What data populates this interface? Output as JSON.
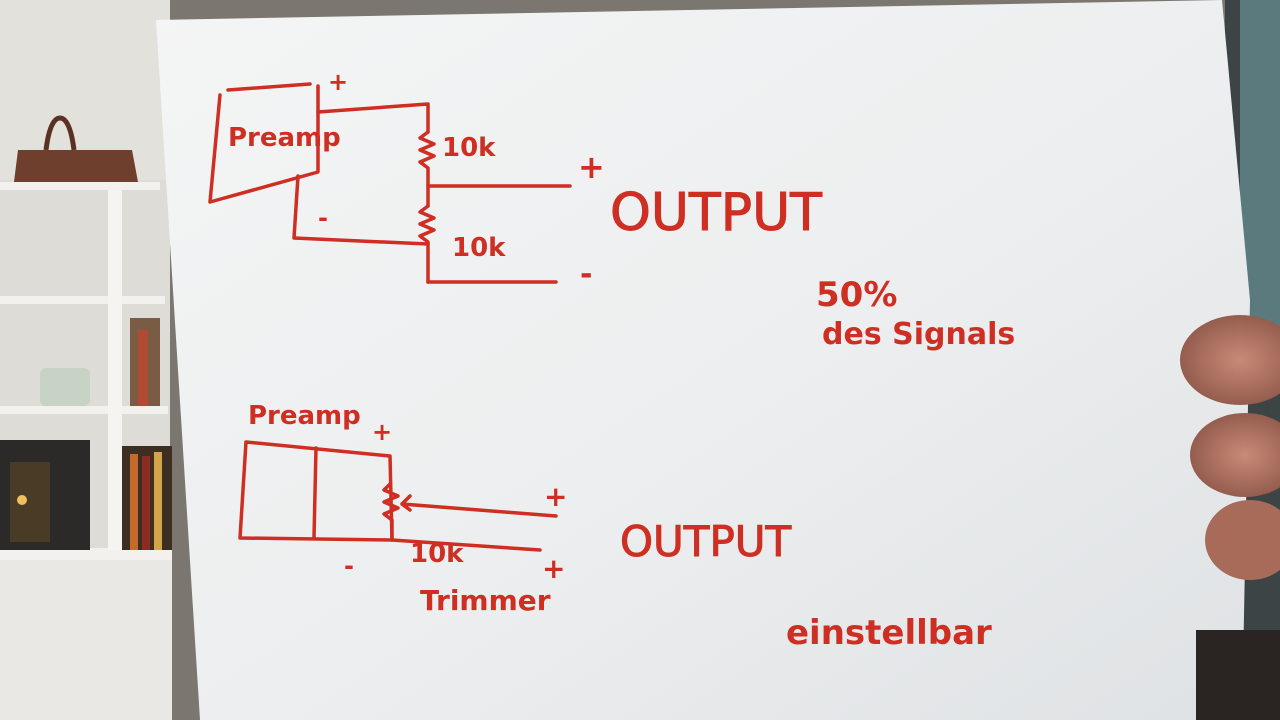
{
  "circuit_top": {
    "block_label": "Preamp",
    "plus_terminal": "+",
    "minus_terminal": "-",
    "resistor_upper": "10k",
    "resistor_lower": "10k",
    "output_plus": "+",
    "output_minus": "-",
    "output_label": "OUTPUT",
    "note_line1": "50%",
    "note_line2": "des Signals"
  },
  "circuit_bottom": {
    "block_label": "Preamp",
    "plus_terminal": "+",
    "minus_terminal": "-",
    "resistor_label": "10k",
    "component_name": "Trimmer",
    "output_plus": "+",
    "output_minus": "+",
    "output_label": "OUTPUT",
    "note": "einstellbar"
  },
  "colors": {
    "ink": "#cf2e23",
    "paper": "#eef0f1",
    "background": "#6d6a64"
  }
}
